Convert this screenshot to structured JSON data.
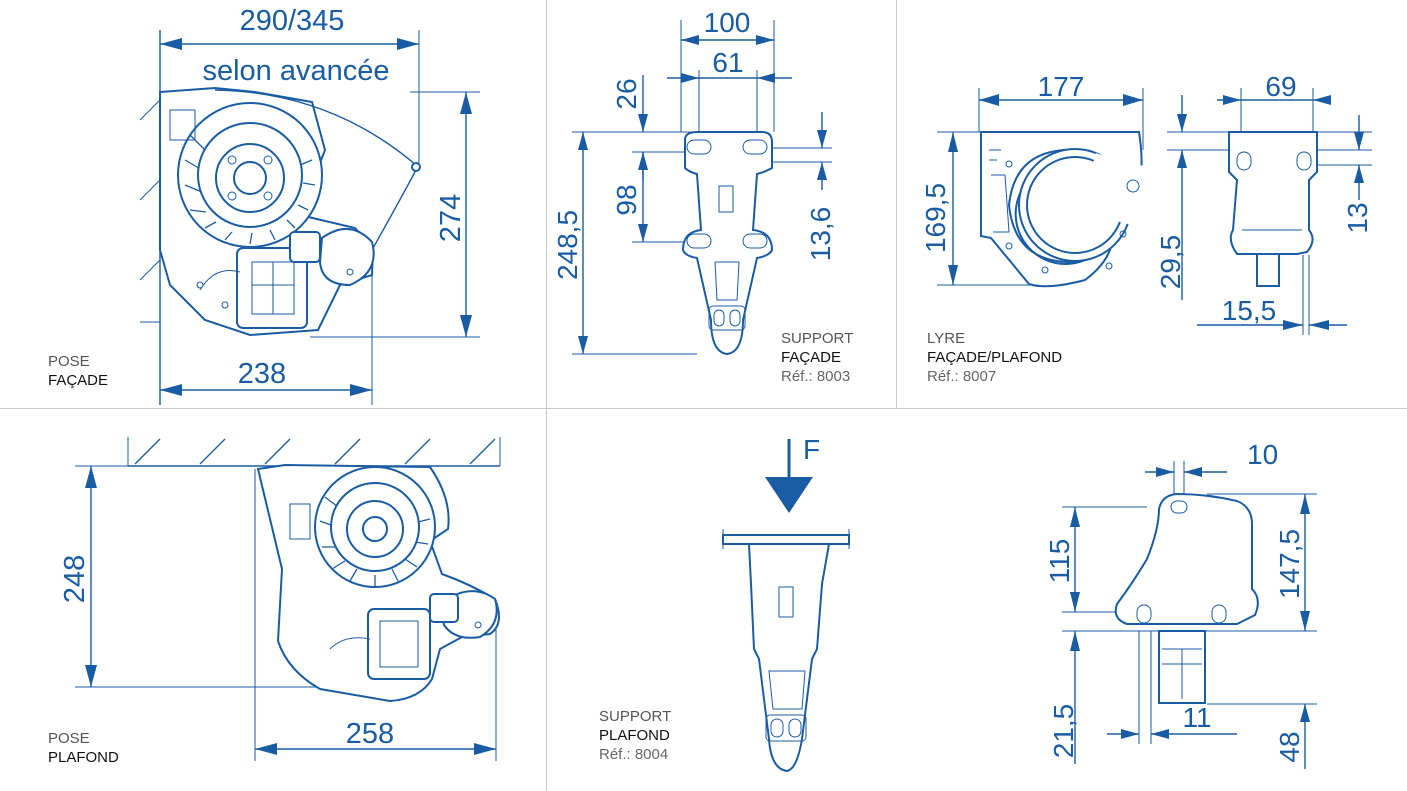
{
  "colors": {
    "accent": "#1a5ca4",
    "divider": "#c9c9c9",
    "caption": "#333333"
  },
  "panels": {
    "pose_facade": {
      "dims": {
        "width_top": "290/345",
        "width_note": "selon avancée",
        "height": "274",
        "width_bottom": "238"
      },
      "caption": {
        "line1": "POSE",
        "line2": "FAÇADE"
      }
    },
    "support_facade": {
      "dims": {
        "w_outer": "100",
        "w_inner": "61",
        "top_offset": "26",
        "hole_spacing": "98",
        "height": "248,5",
        "slot": "13,6"
      },
      "caption": {
        "line1": "SUPPORT",
        "line2": "FAÇADE",
        "line3": "Réf.: 8003"
      }
    },
    "lyre": {
      "dims": {
        "width": "177",
        "height": "169,5",
        "side_width": "69",
        "side_offset": "29,5",
        "side_slot": "13",
        "side_bottom": "15,5"
      },
      "caption": {
        "line1": "LYRE",
        "line2": "FAÇADE/PLAFOND",
        "line3": "Réf.: 8007"
      }
    },
    "pose_plafond": {
      "dims": {
        "height": "248",
        "width": "258"
      },
      "caption": {
        "line1": "POSE",
        "line2": "PLAFOND"
      }
    },
    "support_plafond": {
      "force_label": "F",
      "caption": {
        "line1": "SUPPORT",
        "line2": "PLAFOND",
        "line3": "Réf.: 8004"
      }
    },
    "plafond_detail": {
      "dims": {
        "slot_width": "10",
        "h_upper": "115",
        "h_total": "147,5",
        "h_lower": "21,5",
        "base_width": "11",
        "base_height": "48"
      }
    }
  }
}
